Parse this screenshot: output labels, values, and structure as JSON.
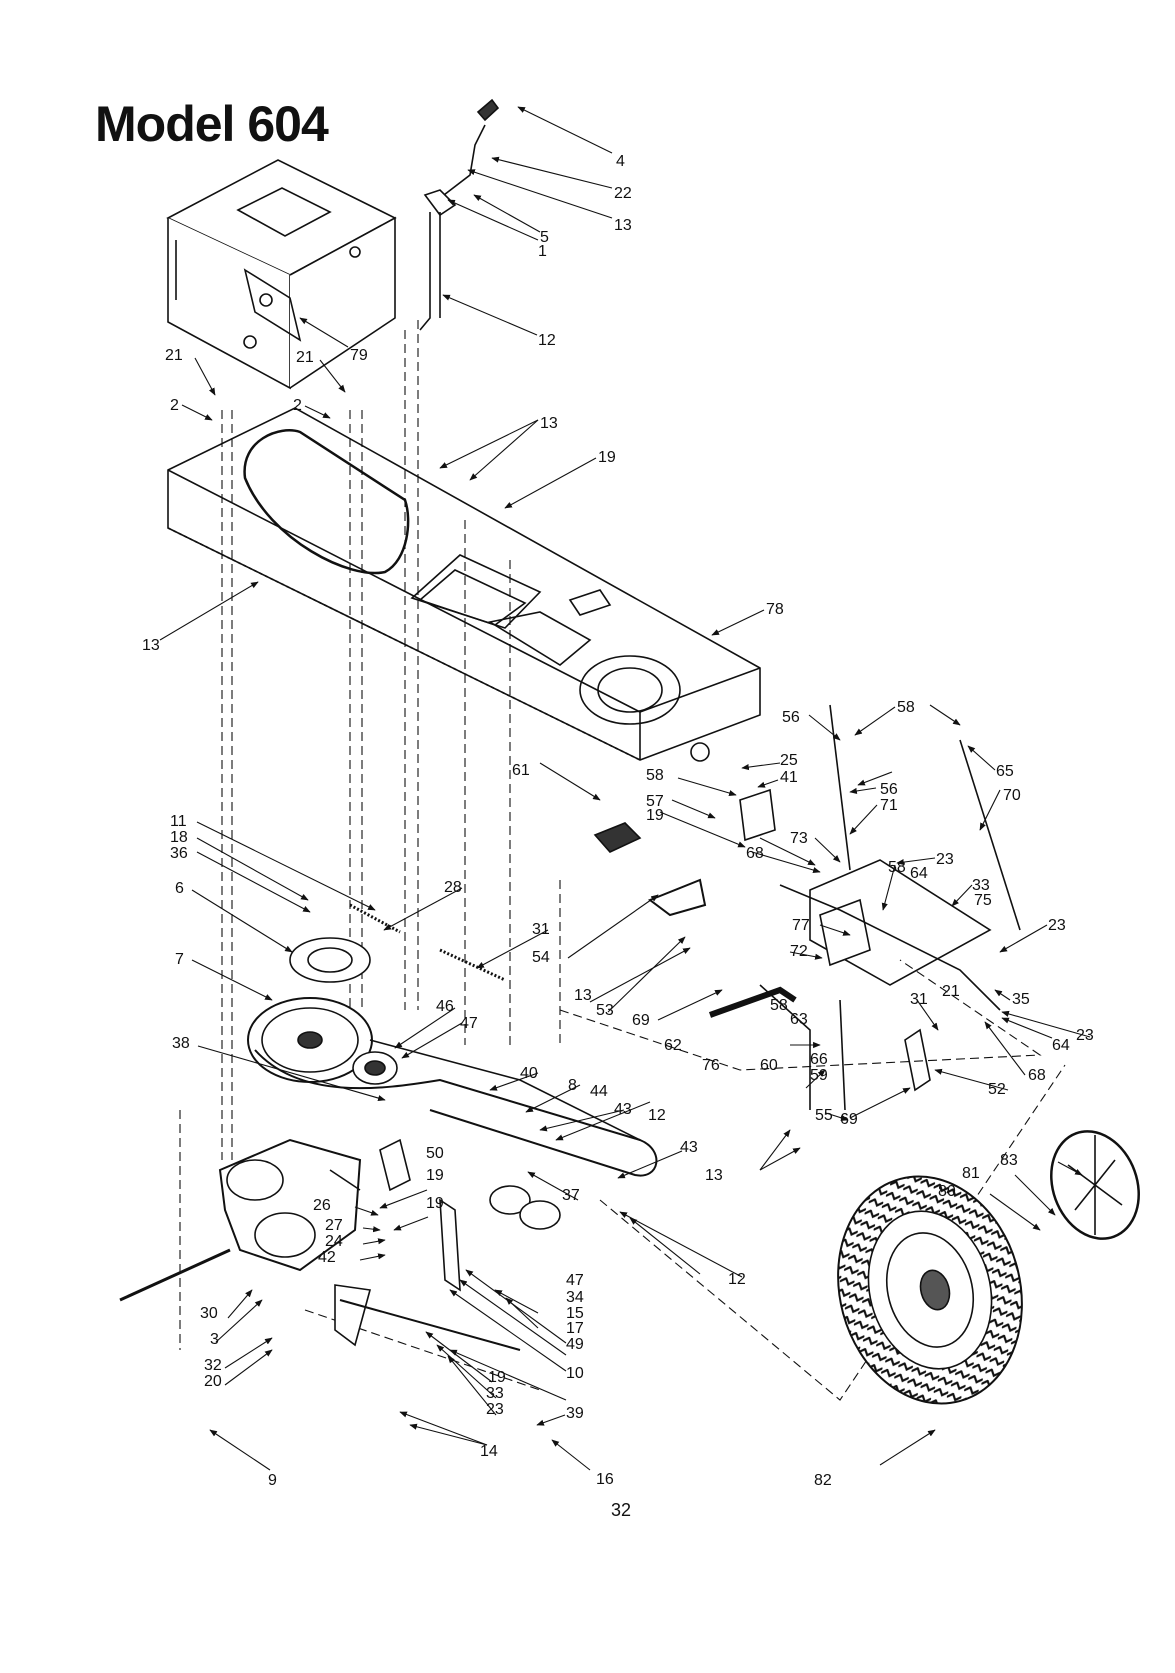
{
  "title": "Model 604",
  "page_number": "32",
  "callouts": [
    {
      "id": "c4",
      "label": "4"
    },
    {
      "id": "c22",
      "label": "22"
    },
    {
      "id": "c13a",
      "label": "13"
    },
    {
      "id": "c5",
      "label": "5"
    },
    {
      "id": "c1",
      "label": "1"
    },
    {
      "id": "c12a",
      "label": "12"
    },
    {
      "id": "c79",
      "label": "79"
    },
    {
      "id": "c21a",
      "label": "21"
    },
    {
      "id": "c21b",
      "label": "21"
    },
    {
      "id": "c2a",
      "label": "2"
    },
    {
      "id": "c2b",
      "label": "2"
    },
    {
      "id": "c13b",
      "label": "13"
    },
    {
      "id": "c19a",
      "label": "19"
    },
    {
      "id": "c13c",
      "label": "13"
    },
    {
      "id": "c78",
      "label": "78"
    },
    {
      "id": "c56a",
      "label": "56"
    },
    {
      "id": "c58a",
      "label": "58"
    },
    {
      "id": "c65",
      "label": "65"
    },
    {
      "id": "c25",
      "label": "25"
    },
    {
      "id": "c41",
      "label": "41"
    },
    {
      "id": "c58b",
      "label": "58"
    },
    {
      "id": "c56b",
      "label": "56"
    },
    {
      "id": "c71",
      "label": "71"
    },
    {
      "id": "c70",
      "label": "70"
    },
    {
      "id": "c61",
      "label": "61"
    },
    {
      "id": "c57",
      "label": "57"
    },
    {
      "id": "c19b",
      "label": "19"
    },
    {
      "id": "c68a",
      "label": "68"
    },
    {
      "id": "c73",
      "label": "73"
    },
    {
      "id": "c23a",
      "label": "23"
    },
    {
      "id": "c64a",
      "label": "64"
    },
    {
      "id": "c11",
      "label": "11"
    },
    {
      "id": "c18",
      "label": "18"
    },
    {
      "id": "c36",
      "label": "36"
    },
    {
      "id": "c28",
      "label": "28"
    },
    {
      "id": "c58c",
      "label": "58"
    },
    {
      "id": "c33a",
      "label": "33"
    },
    {
      "id": "c75",
      "label": "75"
    },
    {
      "id": "c23b",
      "label": "23"
    },
    {
      "id": "c6",
      "label": "6"
    },
    {
      "id": "c77",
      "label": "77"
    },
    {
      "id": "c31a",
      "label": "31"
    },
    {
      "id": "c54",
      "label": "54"
    },
    {
      "id": "c72",
      "label": "72"
    },
    {
      "id": "c7",
      "label": "7"
    },
    {
      "id": "c13d",
      "label": "13"
    },
    {
      "id": "c53",
      "label": "53"
    },
    {
      "id": "c35",
      "label": "35"
    },
    {
      "id": "c31b",
      "label": "31"
    },
    {
      "id": "c21c",
      "label": "21"
    },
    {
      "id": "c46",
      "label": "46"
    },
    {
      "id": "c47a",
      "label": "47"
    },
    {
      "id": "c58d",
      "label": "58"
    },
    {
      "id": "c63",
      "label": "63"
    },
    {
      "id": "c69a",
      "label": "69"
    },
    {
      "id": "c38",
      "label": "38"
    },
    {
      "id": "c62",
      "label": "62"
    },
    {
      "id": "c23c",
      "label": "23"
    },
    {
      "id": "c64b",
      "label": "64"
    },
    {
      "id": "c68b",
      "label": "68"
    },
    {
      "id": "c40",
      "label": "40"
    },
    {
      "id": "c76",
      "label": "76"
    },
    {
      "id": "c60",
      "label": "60"
    },
    {
      "id": "c66",
      "label": "66"
    },
    {
      "id": "c59",
      "label": "59"
    },
    {
      "id": "c8",
      "label": "8"
    },
    {
      "id": "c44",
      "label": "44"
    },
    {
      "id": "c52",
      "label": "52"
    },
    {
      "id": "c43a",
      "label": "43"
    },
    {
      "id": "c12b",
      "label": "12"
    },
    {
      "id": "c55",
      "label": "55"
    },
    {
      "id": "c69b",
      "label": "69"
    },
    {
      "id": "c43b",
      "label": "43"
    },
    {
      "id": "c50",
      "label": "50"
    },
    {
      "id": "c13e",
      "label": "13"
    },
    {
      "id": "c83",
      "label": "83"
    },
    {
      "id": "c81",
      "label": "81"
    },
    {
      "id": "c80",
      "label": "80"
    },
    {
      "id": "c19c",
      "label": "19"
    },
    {
      "id": "c37",
      "label": "37"
    },
    {
      "id": "c19d",
      "label": "19"
    },
    {
      "id": "c26",
      "label": "26"
    },
    {
      "id": "c27",
      "label": "27"
    },
    {
      "id": "c24",
      "label": "24"
    },
    {
      "id": "c12c",
      "label": "12"
    },
    {
      "id": "c42",
      "label": "42"
    },
    {
      "id": "c47b",
      "label": "47"
    },
    {
      "id": "c34",
      "label": "34"
    },
    {
      "id": "c30",
      "label": "30"
    },
    {
      "id": "c15",
      "label": "15"
    },
    {
      "id": "c3",
      "label": "3"
    },
    {
      "id": "c17",
      "label": "17"
    },
    {
      "id": "c49",
      "label": "49"
    },
    {
      "id": "c32",
      "label": "32"
    },
    {
      "id": "c19e",
      "label": "19"
    },
    {
      "id": "c20",
      "label": "20"
    },
    {
      "id": "c33b",
      "label": "33"
    },
    {
      "id": "c10",
      "label": "10"
    },
    {
      "id": "c23d",
      "label": "23"
    },
    {
      "id": "c39",
      "label": "39"
    },
    {
      "id": "c14",
      "label": "14"
    },
    {
      "id": "c16",
      "label": "16"
    },
    {
      "id": "c9",
      "label": "9"
    },
    {
      "id": "c82",
      "label": "82"
    }
  ]
}
